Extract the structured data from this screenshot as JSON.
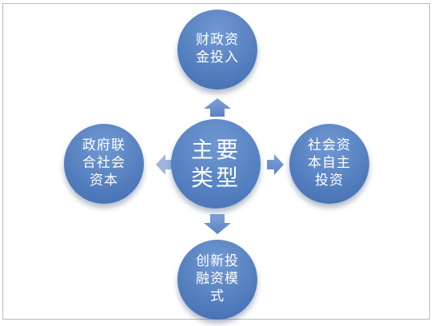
{
  "diagram": {
    "center": {
      "lines": [
        "主要",
        "类型"
      ]
    },
    "nodes": [
      {
        "position": "top",
        "lines": [
          "财政资",
          "金投入"
        ]
      },
      {
        "position": "right",
        "lines": [
          "社会资",
          "本自主",
          "投资"
        ]
      },
      {
        "position": "bottom",
        "lines": [
          "创新投",
          "融资模",
          "式"
        ]
      },
      {
        "position": "left",
        "lines": [
          "政府联",
          "合社会",
          "资本"
        ]
      }
    ]
  },
  "colors": {
    "node_light": "#7199d2",
    "node_dark": "#3f6bb0",
    "center_light": "#6f97d1",
    "center_dark": "#4471b6",
    "arrow": "#5b82c3",
    "arrow_faint": "#9fb6de"
  }
}
